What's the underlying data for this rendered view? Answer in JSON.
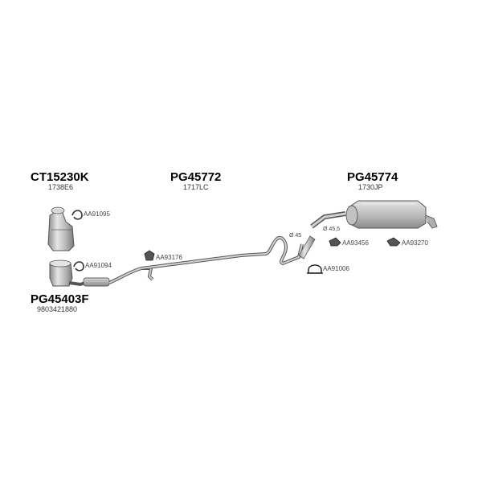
{
  "parts": {
    "catalyst": {
      "code": "CT15230K",
      "ref": "1738E6"
    },
    "front_pipe": {
      "code": "PG45403F",
      "ref": "9803421880"
    },
    "mid_pipe": {
      "code": "PG45772",
      "ref": "1717LC"
    },
    "rear_silencer": {
      "code": "PG45774",
      "ref": "1730JP"
    }
  },
  "accessories": {
    "clamp_catalyst": "AA91095",
    "clamp_front": "AA91094",
    "rubber_mount_mid": "AA93176",
    "rubber_mount_rear_a": "AA93456",
    "rubber_mount_rear_b": "AA93270",
    "clamp_rear": "AA91006"
  },
  "dimensions": {
    "pipe_diameter_mid": "Ø 45",
    "pipe_diameter_rear": "Ø 45,5"
  },
  "colors": {
    "line": "#555555",
    "part_fill": "#b9b9b9",
    "part_shade": "#8a8a8a",
    "part_light": "#e2e2e2"
  }
}
